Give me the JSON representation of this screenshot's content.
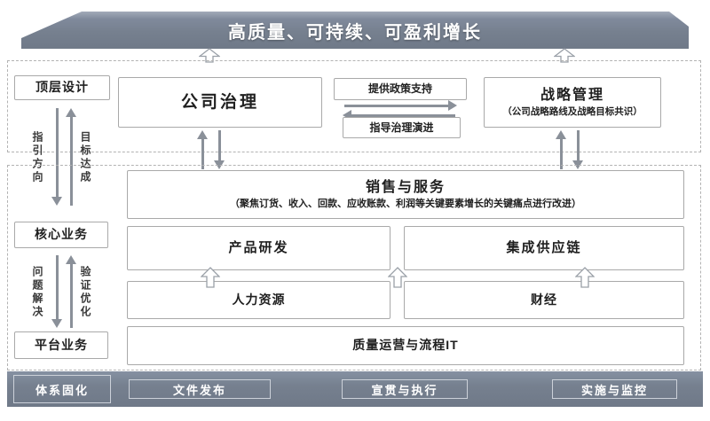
{
  "banner": {
    "title": "高质量、可持续、可盈利增长"
  },
  "left_rail": {
    "top_design": "顶层设计",
    "core_business": "核心业务",
    "platform_business": "平台业务",
    "guide_direction": "指引方向",
    "goal_achievement": "目标达成",
    "problem_solving": "问题解决",
    "verify_optimize": "验证优化"
  },
  "governance": {
    "corporate_governance": "公司治理",
    "policy_support": "提供政策支持",
    "guide_evolution": "指导治理演进",
    "strategy_title": "战略管理",
    "strategy_subtitle": "（公司战略路线及战略目标共识）"
  },
  "core": {
    "sales_title": "销售与服务",
    "sales_subtitle": "（聚焦订货、收入、回款、应收账款、利润等关键要素增长的关键痛点进行改进）",
    "product_rd": "产品研发",
    "supply_chain": "集成供应链",
    "hr": "人力资源",
    "finance": "财经",
    "quality_it": "质量运营与流程IT"
  },
  "footer": {
    "system_label": "体系固化",
    "items": [
      "文件发布",
      "宣贯与执行",
      "实施与监控"
    ]
  },
  "colors": {
    "bar": "#76808F",
    "arrow": "#8A9099"
  }
}
